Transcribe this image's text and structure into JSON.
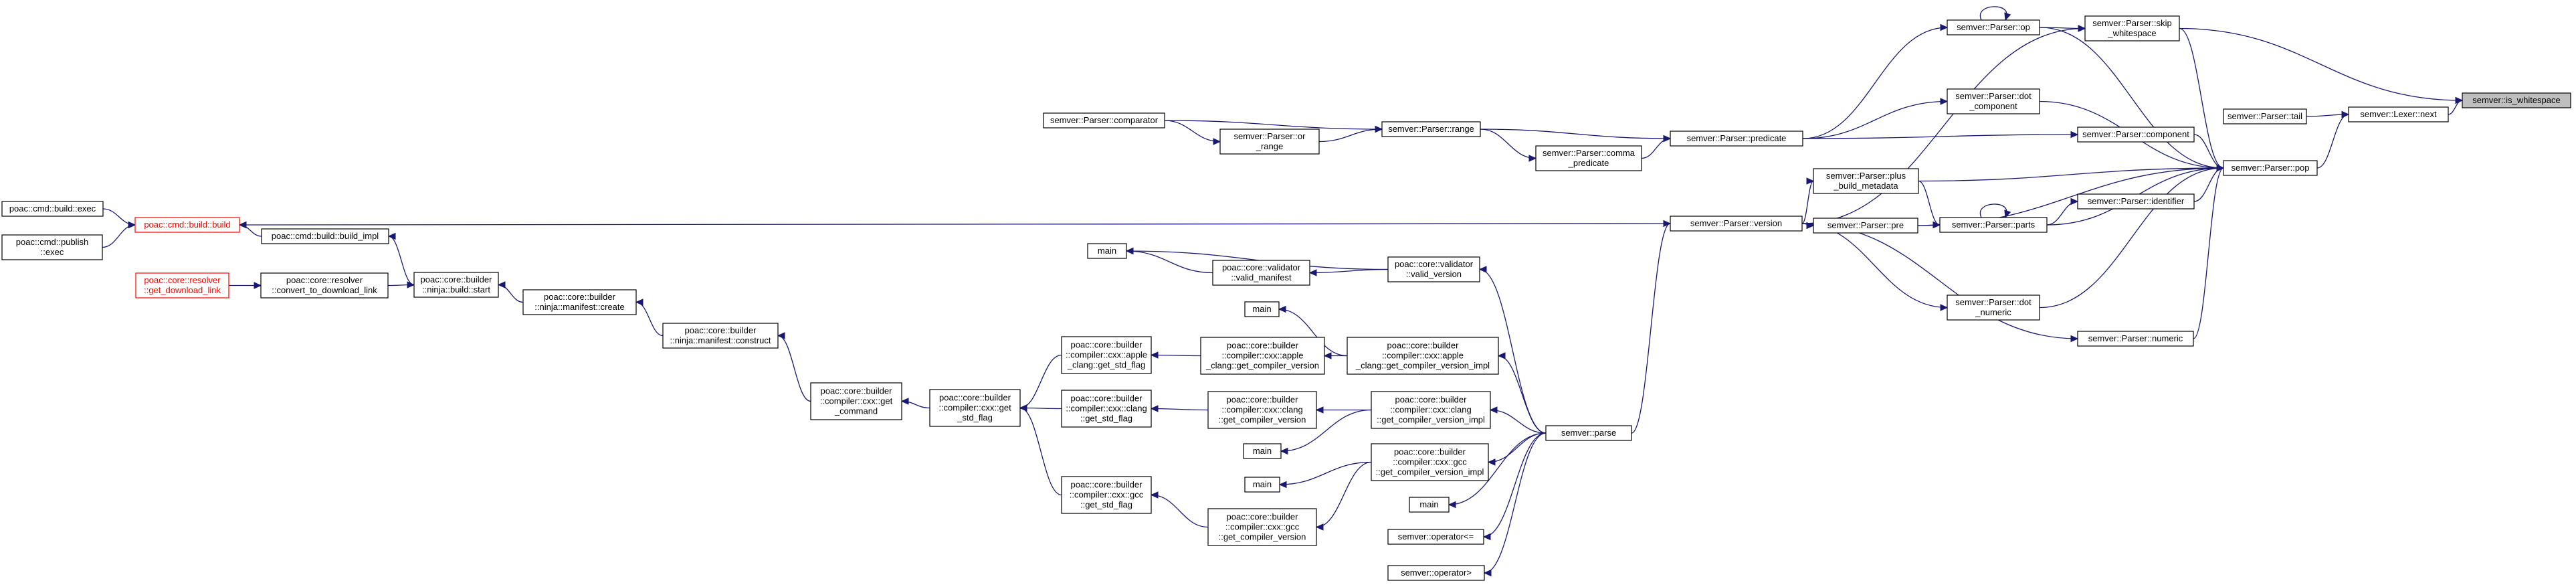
{
  "nodes": {
    "is_whitespace": {
      "lines": [
        "semver::is_whitespace"
      ],
      "style": "root"
    },
    "lexer_next": {
      "lines": [
        "semver::Lexer::next"
      ]
    },
    "parser_tail": {
      "lines": [
        "semver::Parser::tail"
      ]
    },
    "parser_pop": {
      "lines": [
        "semver::Parser::pop"
      ]
    },
    "skip_ws": {
      "lines": [
        "semver::Parser::skip",
        "_whitespace"
      ]
    },
    "parser_op": {
      "lines": [
        "semver::Parser::op"
      ]
    },
    "dot_component": {
      "lines": [
        "semver::Parser::dot",
        "_component"
      ]
    },
    "parser_component": {
      "lines": [
        "semver::Parser::component"
      ]
    },
    "parser_predicate": {
      "lines": [
        "semver::Parser::predicate"
      ]
    },
    "parser_range": {
      "lines": [
        "semver::Parser::range"
      ]
    },
    "comma_predicate": {
      "lines": [
        "semver::Parser::comma",
        "_predicate"
      ]
    },
    "parser_comparator": {
      "lines": [
        "semver::Parser::comparator"
      ]
    },
    "or_range": {
      "lines": [
        "semver::Parser::or",
        "_range"
      ]
    },
    "plus_build": {
      "lines": [
        "semver::Parser::plus",
        "_build_metadata"
      ]
    },
    "parser_parts": {
      "lines": [
        "semver::Parser::parts"
      ]
    },
    "parser_identifier": {
      "lines": [
        "semver::Parser::identifier"
      ]
    },
    "parser_pre": {
      "lines": [
        "semver::Parser::pre"
      ]
    },
    "parser_version": {
      "lines": [
        "semver::Parser::version"
      ]
    },
    "dot_numeric": {
      "lines": [
        "semver::Parser::dot",
        "_numeric"
      ]
    },
    "parser_numeric": {
      "lines": [
        "semver::Parser::numeric"
      ]
    },
    "semver_parse": {
      "lines": [
        "semver::parse"
      ]
    },
    "build_build": {
      "lines": [
        "poac::cmd::build::build"
      ],
      "style": "red"
    },
    "build_exec": {
      "lines": [
        "poac::cmd::build::exec"
      ]
    },
    "publish_exec": {
      "lines": [
        "poac::cmd::publish",
        "::exec"
      ]
    },
    "build_impl": {
      "lines": [
        "poac::cmd::build::build_impl"
      ]
    },
    "get_download_link": {
      "lines": [
        "poac::core::resolver",
        "::get_download_link"
      ],
      "style": "red"
    },
    "convert_download": {
      "lines": [
        "poac::core::resolver",
        "::convert_to_download_link"
      ]
    },
    "ninja_start": {
      "lines": [
        "poac::core::builder",
        "::ninja::build::start"
      ]
    },
    "manifest_create": {
      "lines": [
        "poac::core::builder",
        "::ninja::manifest::create"
      ]
    },
    "manifest_construct": {
      "lines": [
        "poac::core::builder",
        "::ninja::manifest::construct"
      ]
    },
    "get_command": {
      "lines": [
        "poac::core::builder",
        "::compiler::cxx::get",
        "_command"
      ]
    },
    "cxx_get_std_flag": {
      "lines": [
        "poac::core::builder",
        "::compiler::cxx::get",
        "_std_flag"
      ]
    },
    "apple_get_std": {
      "lines": [
        "poac::core::builder",
        "::compiler::cxx::apple",
        "_clang::get_std_flag"
      ]
    },
    "clang_get_std": {
      "lines": [
        "poac::core::builder",
        "::compiler::cxx::clang",
        "::get_std_flag"
      ]
    },
    "gcc_get_std": {
      "lines": [
        "poac::core::builder",
        "::compiler::cxx::gcc",
        "::get_std_flag"
      ]
    },
    "apple_get_ver": {
      "lines": [
        "poac::core::builder",
        "::compiler::cxx::apple",
        "_clang::get_compiler_version"
      ]
    },
    "clang_get_ver": {
      "lines": [
        "poac::core::builder",
        "::compiler::cxx::clang",
        "::get_compiler_version"
      ]
    },
    "gcc_get_ver": {
      "lines": [
        "poac::core::builder",
        "::compiler::cxx::gcc",
        "::get_compiler_version"
      ]
    },
    "apple_impl": {
      "lines": [
        "poac::core::builder",
        "::compiler::cxx::apple",
        "_clang::get_compiler_version_impl"
      ]
    },
    "clang_impl": {
      "lines": [
        "poac::core::builder",
        "::compiler::cxx::clang",
        "::get_compiler_version_impl"
      ]
    },
    "gcc_impl": {
      "lines": [
        "poac::core::builder",
        "::compiler::cxx::gcc",
        "::get_compiler_version_impl"
      ]
    },
    "valid_version": {
      "lines": [
        "poac::core::validator",
        "::valid_version"
      ]
    },
    "valid_manifest": {
      "lines": [
        "poac::core::validator",
        "::valid_manifest"
      ]
    },
    "main1": {
      "lines": [
        "main"
      ]
    },
    "main2": {
      "lines": [
        "main"
      ]
    },
    "main3": {
      "lines": [
        "main"
      ]
    },
    "main4": {
      "lines": [
        "main"
      ]
    },
    "main5": {
      "lines": [
        "main"
      ]
    },
    "op_le": {
      "lines": [
        "semver::operator<="
      ]
    },
    "op_gt": {
      "lines": [
        "semver::operator>"
      ]
    }
  },
  "edges": [
    [
      "lexer_next",
      "is_whitespace"
    ],
    [
      "skip_ws",
      "is_whitespace"
    ],
    [
      "parser_tail",
      "lexer_next"
    ],
    [
      "parser_pop",
      "lexer_next"
    ],
    [
      "parser_op",
      "skip_ws"
    ],
    [
      "parser_op",
      "parser_op"
    ],
    [
      "parser_op",
      "parser_pop"
    ],
    [
      "dot_component",
      "parser_pop"
    ],
    [
      "parser_component",
      "parser_pop"
    ],
    [
      "parser_predicate",
      "parser_op"
    ],
    [
      "parser_predicate",
      "dot_component"
    ],
    [
      "parser_predicate",
      "parser_component"
    ],
    [
      "parser_range",
      "parser_predicate"
    ],
    [
      "comma_predicate",
      "parser_predicate"
    ],
    [
      "parser_range",
      "comma_predicate"
    ],
    [
      "parser_comparator",
      "parser_range"
    ],
    [
      "parser_comparator",
      "or_range"
    ],
    [
      "or_range",
      "parser_range"
    ],
    [
      "plus_build",
      "parser_parts"
    ],
    [
      "plus_build",
      "parser_pop"
    ],
    [
      "parser_parts",
      "parser_parts"
    ],
    [
      "parser_parts",
      "parser_identifier"
    ],
    [
      "parser_parts",
      "parser_pop"
    ],
    [
      "parser_identifier",
      "parser_pop"
    ],
    [
      "parser_pre",
      "parser_parts"
    ],
    [
      "parser_pre",
      "parser_pop"
    ],
    [
      "parser_version",
      "plus_build"
    ],
    [
      "parser_version",
      "parser_pre"
    ],
    [
      "parser_version",
      "dot_numeric"
    ],
    [
      "parser_version",
      "parser_numeric"
    ],
    [
      "parser_version",
      "skip_ws"
    ],
    [
      "parser_version",
      "build_build"
    ],
    [
      "dot_numeric",
      "parser_pop"
    ],
    [
      "parser_numeric",
      "parser_pop"
    ],
    [
      "skip_ws",
      "parser_pop"
    ],
    [
      "semver_parse",
      "parser_version"
    ],
    [
      "build_exec",
      "build_build"
    ],
    [
      "publish_exec",
      "build_build"
    ],
    [
      "build_impl",
      "build_build"
    ],
    [
      "ninja_start",
      "build_impl"
    ],
    [
      "get_download_link",
      "convert_download"
    ],
    [
      "convert_download",
      "ninja_start"
    ],
    [
      "manifest_create",
      "ninja_start"
    ],
    [
      "manifest_construct",
      "manifest_create"
    ],
    [
      "get_command",
      "manifest_construct"
    ],
    [
      "cxx_get_std_flag",
      "get_command"
    ],
    [
      "apple_get_std",
      "cxx_get_std_flag"
    ],
    [
      "clang_get_std",
      "cxx_get_std_flag"
    ],
    [
      "gcc_get_std",
      "cxx_get_std_flag"
    ],
    [
      "apple_get_ver",
      "apple_get_std"
    ],
    [
      "clang_get_ver",
      "clang_get_std"
    ],
    [
      "gcc_get_ver",
      "gcc_get_std"
    ],
    [
      "apple_impl",
      "apple_get_ver"
    ],
    [
      "clang_impl",
      "clang_get_ver"
    ],
    [
      "gcc_impl",
      "gcc_get_ver"
    ],
    [
      "semver_parse",
      "apple_impl"
    ],
    [
      "semver_parse",
      "clang_impl"
    ],
    [
      "semver_parse",
      "gcc_impl"
    ],
    [
      "semver_parse",
      "valid_version"
    ],
    [
      "valid_version",
      "valid_manifest"
    ],
    [
      "valid_version",
      "main1"
    ],
    [
      "valid_manifest",
      "main1"
    ],
    [
      "apple_impl",
      "main2"
    ],
    [
      "clang_impl",
      "main3"
    ],
    [
      "gcc_impl",
      "main4"
    ],
    [
      "semver_parse",
      "main5"
    ],
    [
      "semver_parse",
      "op_le"
    ],
    [
      "semver_parse",
      "op_gt"
    ]
  ]
}
